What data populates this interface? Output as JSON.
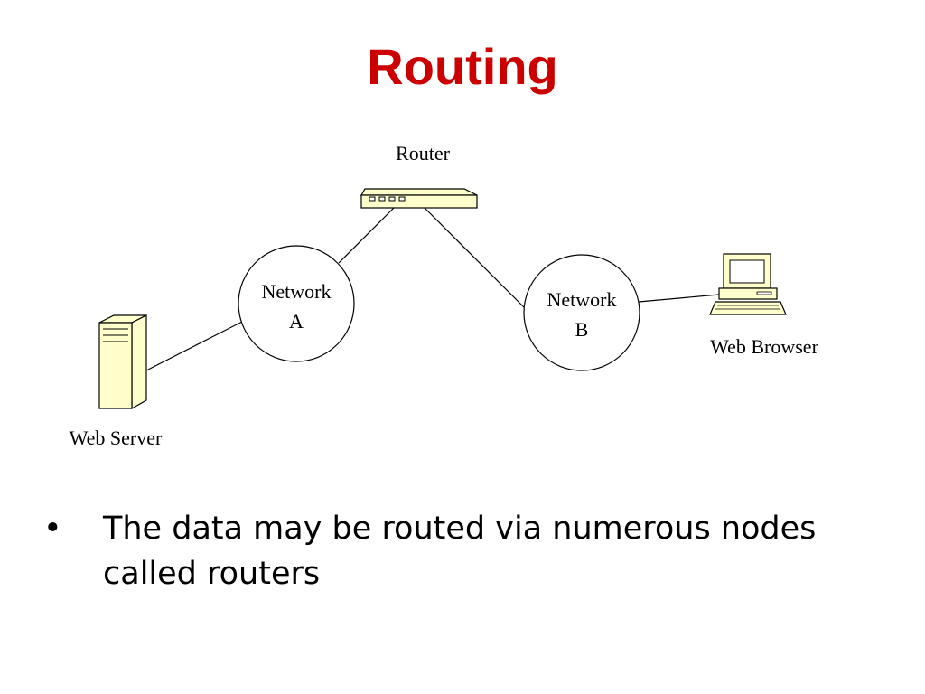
{
  "title": "Routing",
  "colors": {
    "title": "#cc0000",
    "device_fill": "#ffffcc",
    "stroke": "#000000",
    "screen": "#ffffff"
  },
  "diagram": {
    "router_label": "Router",
    "network_a": {
      "line1": "Network",
      "line2": "A"
    },
    "network_b": {
      "line1": "Network",
      "line2": "B"
    },
    "web_browser_label": "Web Browser",
    "web_server_label": "Web Server",
    "icons": [
      "router-icon",
      "server-icon",
      "computer-icon"
    ]
  },
  "bullets": [
    {
      "marker": "•",
      "text": "The data may be routed via numerous nodes called routers"
    }
  ]
}
